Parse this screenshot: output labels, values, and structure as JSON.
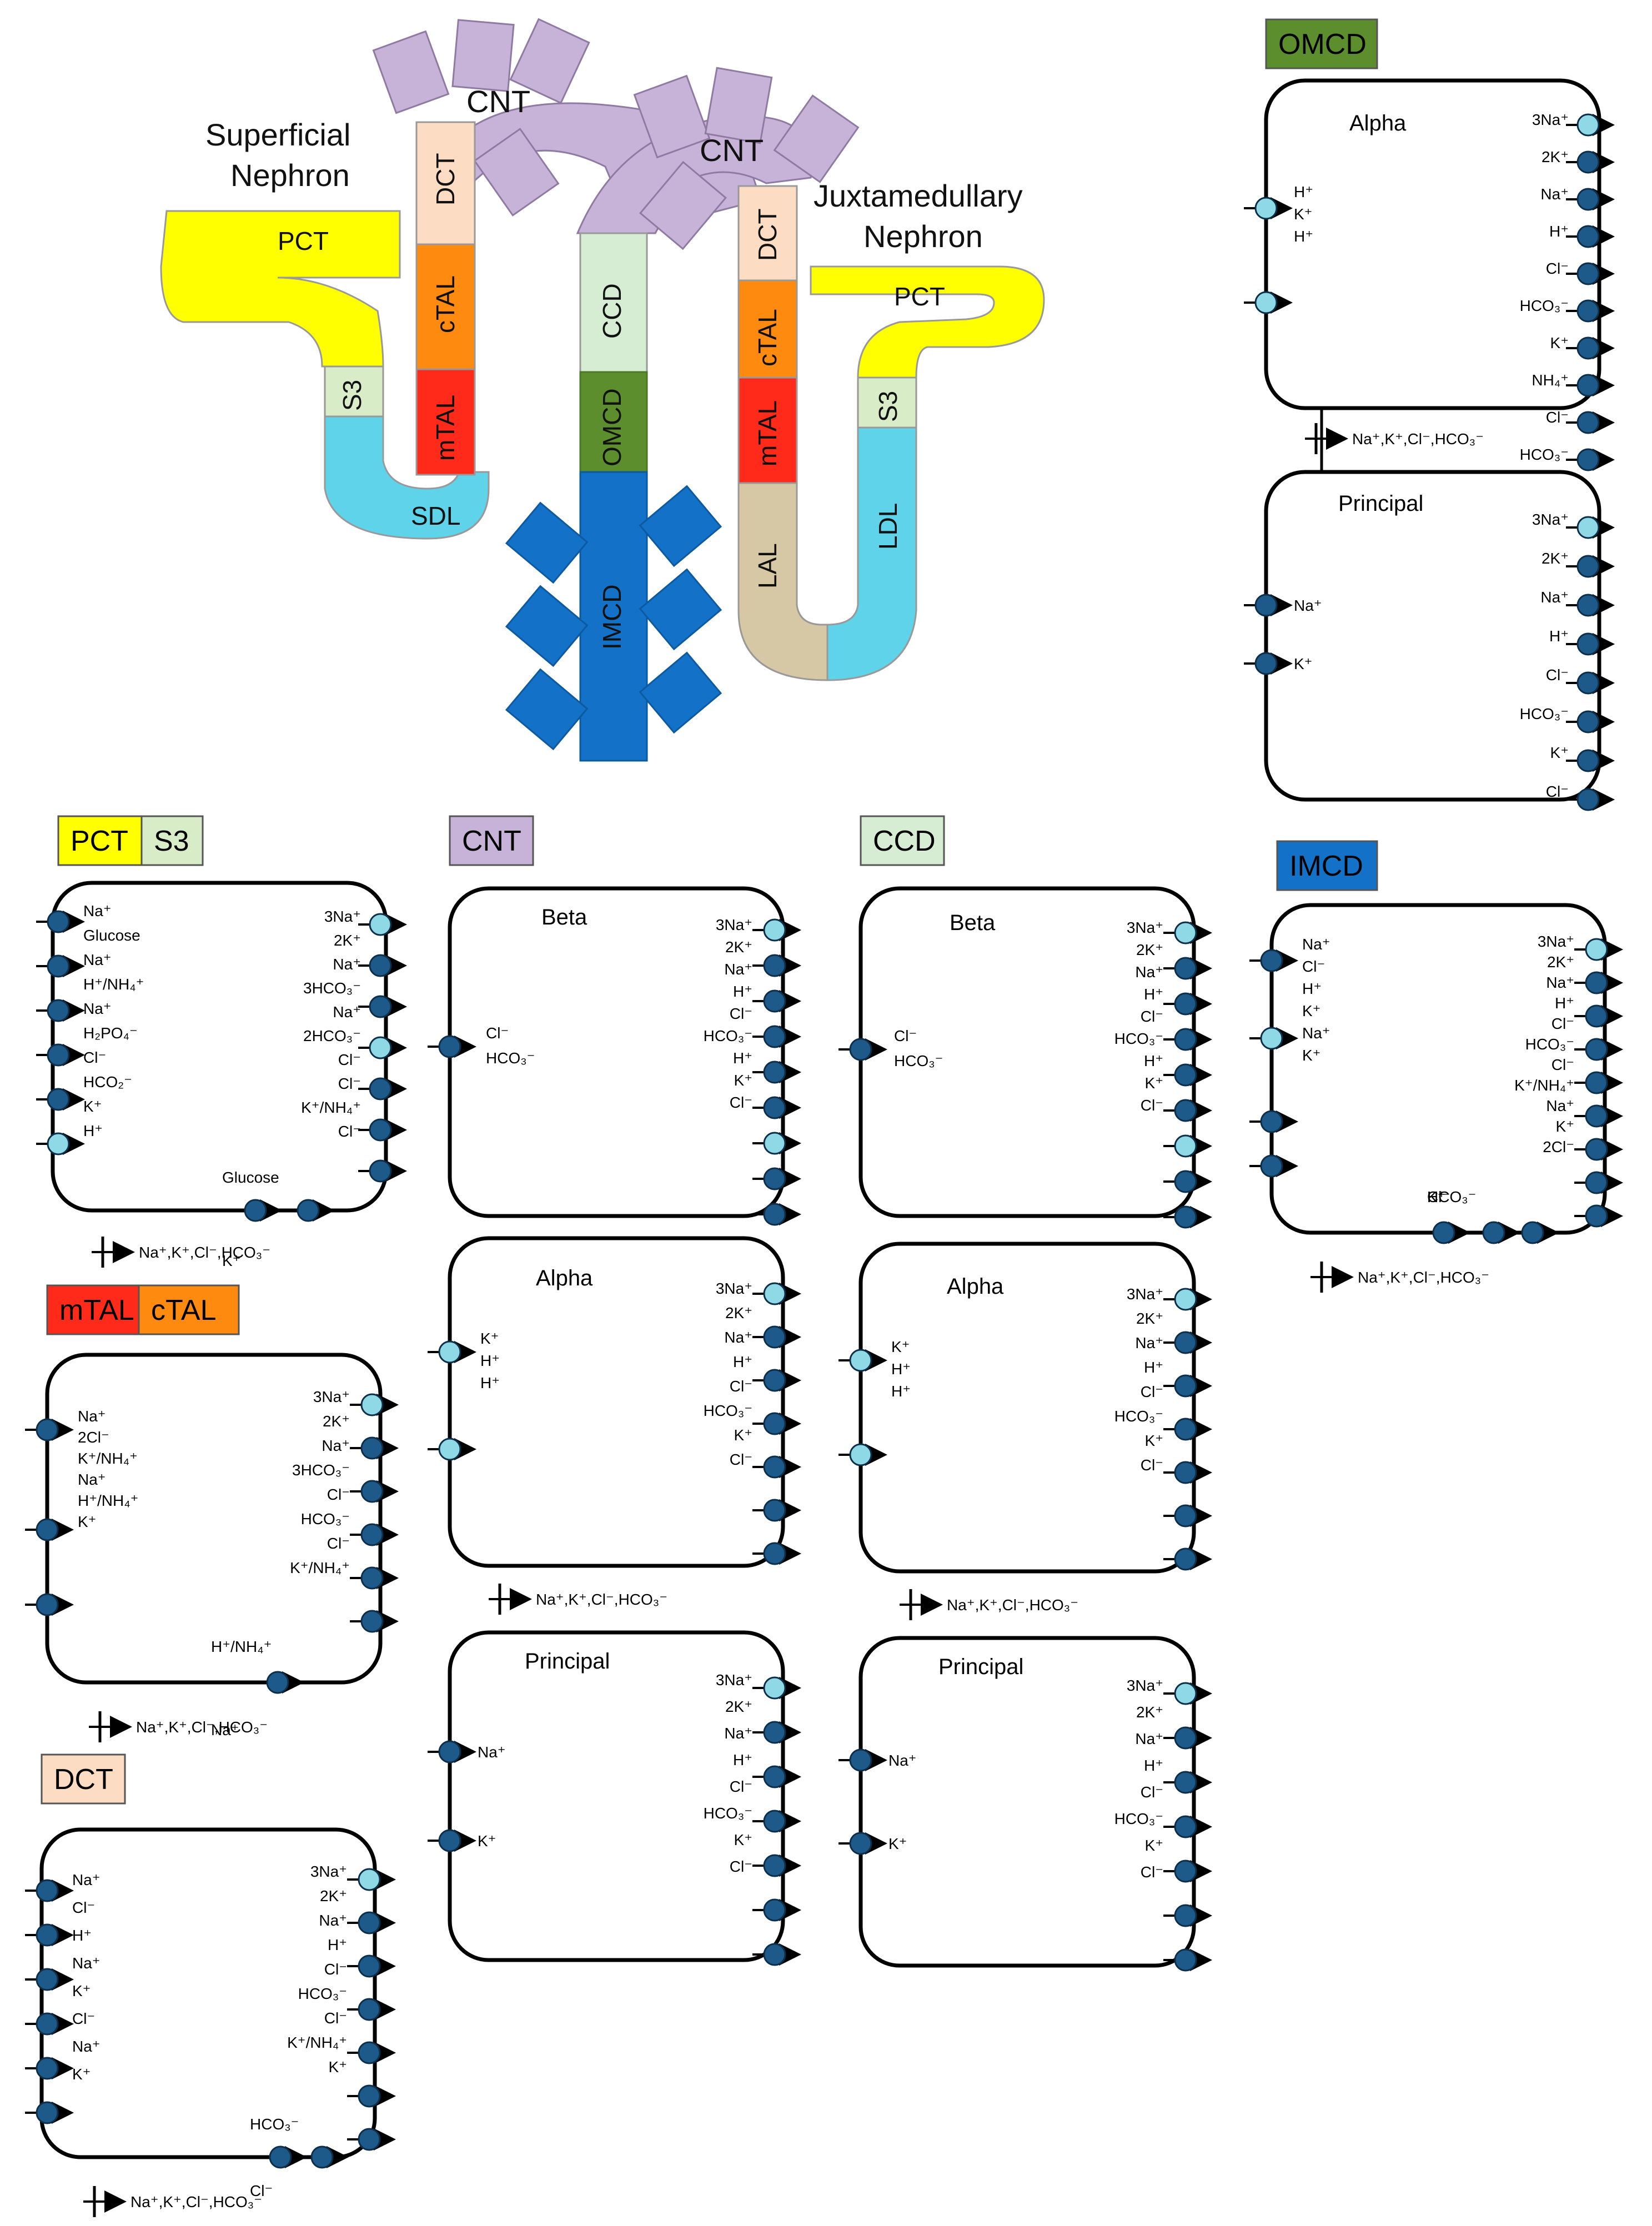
{
  "overview": {
    "superficial_label": [
      "Superficial",
      "Nephron"
    ],
    "juxtamedullary_label": [
      "Juxtamedullary",
      "Nephron"
    ],
    "segments": [
      "CNT",
      "CNT",
      "DCT",
      "cTAL",
      "mTAL",
      "S3",
      "SDL",
      "PCT",
      "CCD",
      "OMCD",
      "IMCD",
      "DCT",
      "cTAL",
      "mTAL",
      "LAL",
      "S3",
      "LDL",
      "PCT"
    ]
  },
  "headers": {
    "pct": "PCT",
    "s3": "S3",
    "cnt": "CNT",
    "ccd": "CCD",
    "omcd": "OMCD",
    "imcd": "IMCD",
    "mtal": "mTAL",
    "ctal": "cTAL",
    "dct": "DCT"
  },
  "cell_names": {
    "alpha": "Alpha",
    "beta": "Beta",
    "principal": "Principal"
  },
  "paracellular": "Na⁺,K⁺,Cl⁻,HCO₃⁻",
  "colors": {
    "pct": "#ffff00",
    "s3": "#d9ecc8",
    "sdl": "#5fd3ea",
    "ldl": "#5fd3ea",
    "lal": "#d6c7a5",
    "mtal": "#ff2a1a",
    "ctal": "#ff8a10",
    "dct": "#fcdcc2",
    "cnt": "#c8b3d8",
    "ccd": "#d6ecd3",
    "omcd": "#5c8e2e",
    "imcd": "#1372c8",
    "transporter": "#1d5a8a",
    "exchanger_light": "#8fd8e6"
  },
  "ions": {
    "pct_basal": [
      "Glucose",
      "K⁺"
    ],
    "pct_apical": [
      "Na⁺",
      "Glucose",
      "Na⁺",
      "H⁺/NH₄⁺",
      "Na⁺",
      "H₂PO₄⁻",
      "Cl⁻",
      "HCO₂⁻",
      "K⁺",
      "H⁺"
    ],
    "pct_baso": [
      "3Na⁺",
      "2K⁺",
      "Na⁺",
      "3HCO₃⁻",
      "Na⁺",
      "2HCO₃⁻",
      "Cl⁻",
      "Cl⁻",
      "K⁺/NH₄⁺",
      "Cl⁻"
    ],
    "tal_apical": [
      "Na⁺",
      "2Cl⁻",
      "K⁺/NH₄⁺",
      "Na⁺",
      "H⁺/NH₄⁺",
      "K⁺"
    ],
    "tal_baso": [
      "3Na⁺",
      "2K⁺",
      "Na⁺",
      "3HCO₃⁻",
      "Cl⁻",
      "HCO₃⁻",
      "Cl⁻",
      "K⁺/NH₄⁺"
    ],
    "tal_basal": [
      "H⁺/NH₄⁺",
      "Na⁺"
    ],
    "dct_apical": [
      "Na⁺",
      "Cl⁻",
      "H⁺",
      "Na⁺",
      "K⁺",
      "Cl⁻",
      "Na⁺",
      "K⁺"
    ],
    "dct_baso": [
      "3Na⁺",
      "2K⁺",
      "Na⁺",
      "H⁺",
      "Cl⁻",
      "HCO₃⁻",
      "Cl⁻",
      "K⁺/NH₄⁺",
      "K⁺"
    ],
    "dct_basal": [
      "HCO₃⁻",
      "Cl⁻"
    ],
    "beta_apical": [
      "Cl⁻",
      "HCO₃⁻"
    ],
    "beta_baso": [
      "3Na⁺",
      "2K⁺",
      "Na⁺",
      "H⁺",
      "Cl⁻",
      "HCO₃⁻",
      "H⁺",
      "K⁺",
      "Cl⁻"
    ],
    "alpha_apical": [
      "K⁺",
      "H⁺",
      "H⁺"
    ],
    "alpha_baso": [
      "3Na⁺",
      "2K⁺",
      "Na⁺",
      "H⁺",
      "Cl⁻",
      "HCO₃⁻",
      "K⁺",
      "Cl⁻"
    ],
    "principal_apical": [
      "Na⁺",
      "K⁺"
    ],
    "principal_baso": [
      "3Na⁺",
      "2K⁺",
      "Na⁺",
      "H⁺",
      "Cl⁻",
      "HCO₃⁻",
      "K⁺",
      "Cl⁻"
    ],
    "omcd_alpha_apical": [
      "H⁺",
      "K⁺",
      "H⁺"
    ],
    "omcd_alpha_baso": [
      "3Na⁺",
      "2K⁺",
      "Na⁺",
      "H⁺",
      "Cl⁻",
      "HCO₃⁻",
      "K⁺",
      "NH₄⁺",
      "Cl⁻",
      "HCO₃⁻"
    ],
    "omcd_principal_baso": [
      "3Na⁺",
      "2K⁺",
      "Na⁺",
      "H⁺",
      "Cl⁻",
      "HCO₃⁻",
      "K⁺",
      "Cl⁻"
    ],
    "imcd_apical": [
      "Na⁺",
      "Cl⁻",
      "H⁺",
      "K⁺",
      "Na⁺",
      "K⁺"
    ],
    "imcd_baso": [
      "3Na⁺",
      "2K⁺",
      "Na⁺",
      "H⁺",
      "Cl⁻",
      "HCO₃⁻",
      "Cl⁻",
      "K⁺/NH₄⁺",
      "Na⁺",
      "K⁺",
      "2Cl⁻"
    ],
    "imcd_basal": [
      "K⁺",
      "HCO₃⁻",
      "Cl⁻"
    ]
  }
}
